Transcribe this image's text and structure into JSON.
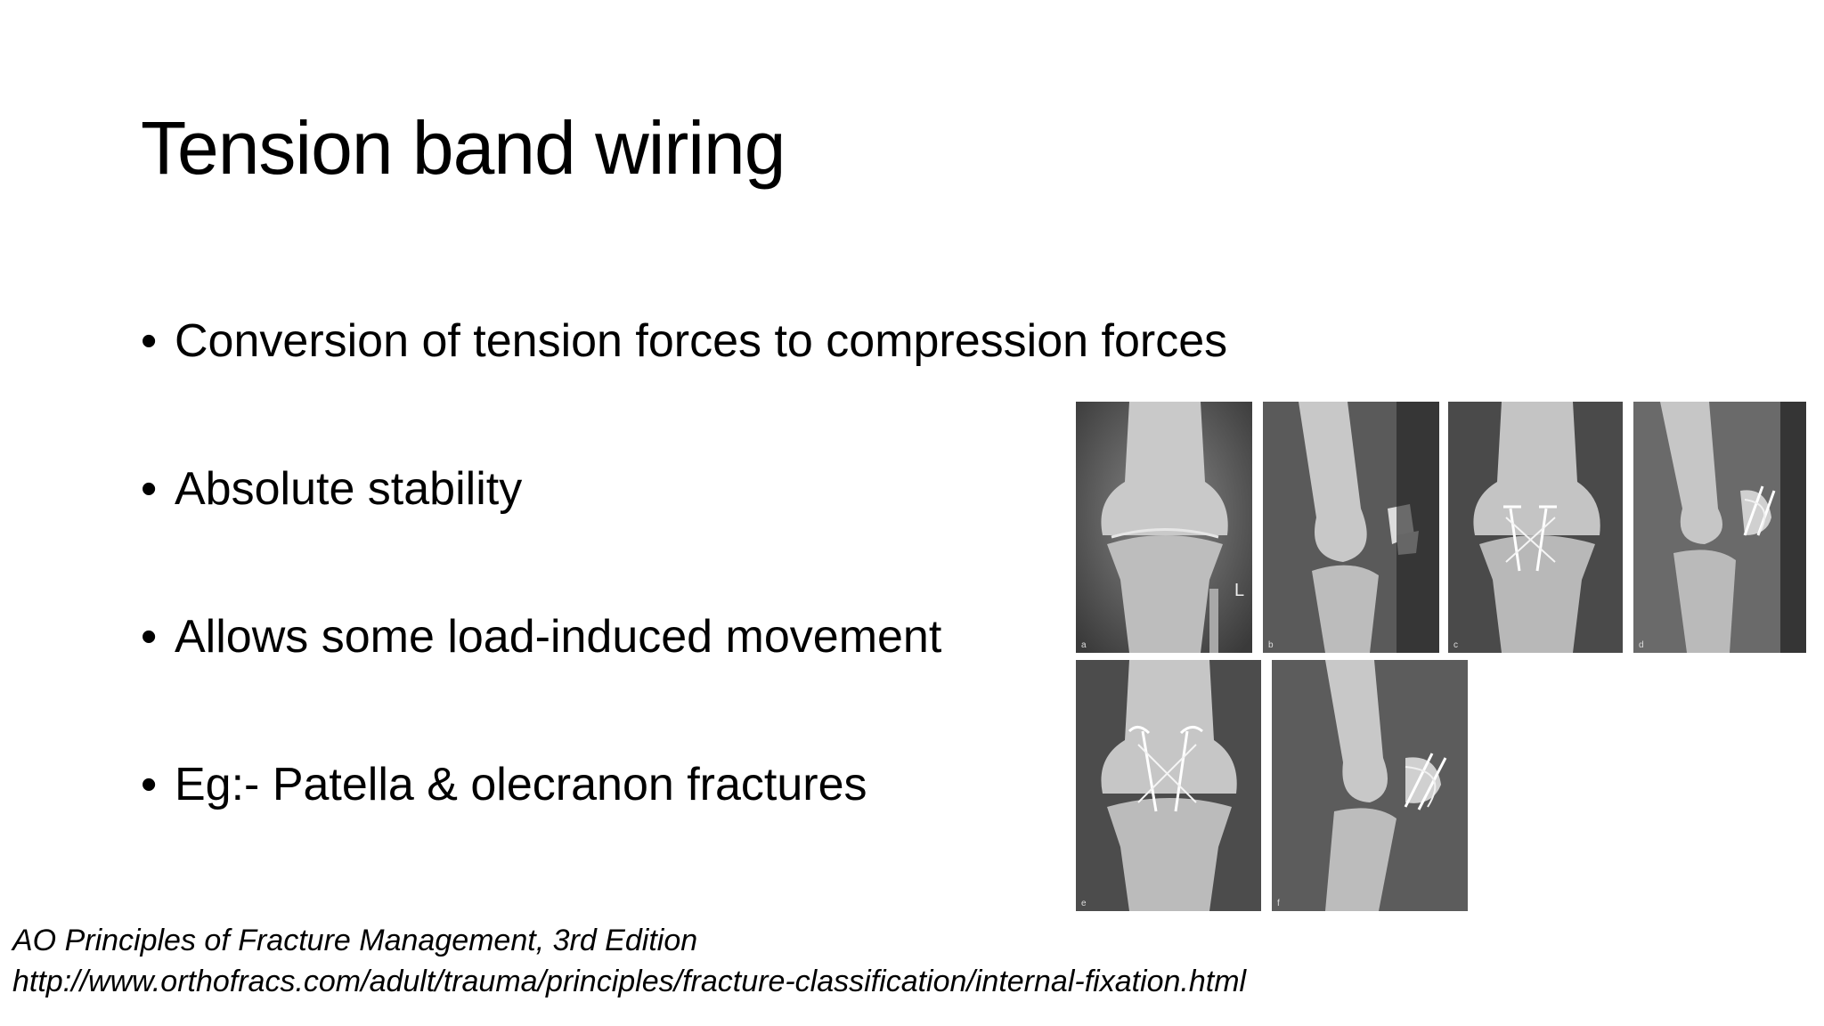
{
  "slide": {
    "title": "Tension band wiring",
    "bullets": [
      "Conversion of tension forces to compression forces",
      "Absolute stability",
      "Allows some load-induced movement",
      "Eg:- Patella & olecranon fractures"
    ],
    "bullet_symbol": "•",
    "figure": {
      "panels": [
        {
          "letter": "a",
          "view": "knee-ap-xray",
          "marker": "L"
        },
        {
          "letter": "b",
          "view": "knee-lateral-xray-fractured-patella"
        },
        {
          "letter": "c",
          "view": "knee-ap-xray-tension-band"
        },
        {
          "letter": "d",
          "view": "knee-lateral-xray-tension-band"
        },
        {
          "letter": "e",
          "view": "knee-ap-xray-tension-band"
        },
        {
          "letter": "f",
          "view": "knee-lateral-xray-tension-band"
        }
      ]
    },
    "references": [
      "AO Principles of Fracture Management, 3rd Edition",
      "http://www.orthofracs.com/adult/trauma/principles/fracture-classification/internal-fixation.html"
    ]
  }
}
